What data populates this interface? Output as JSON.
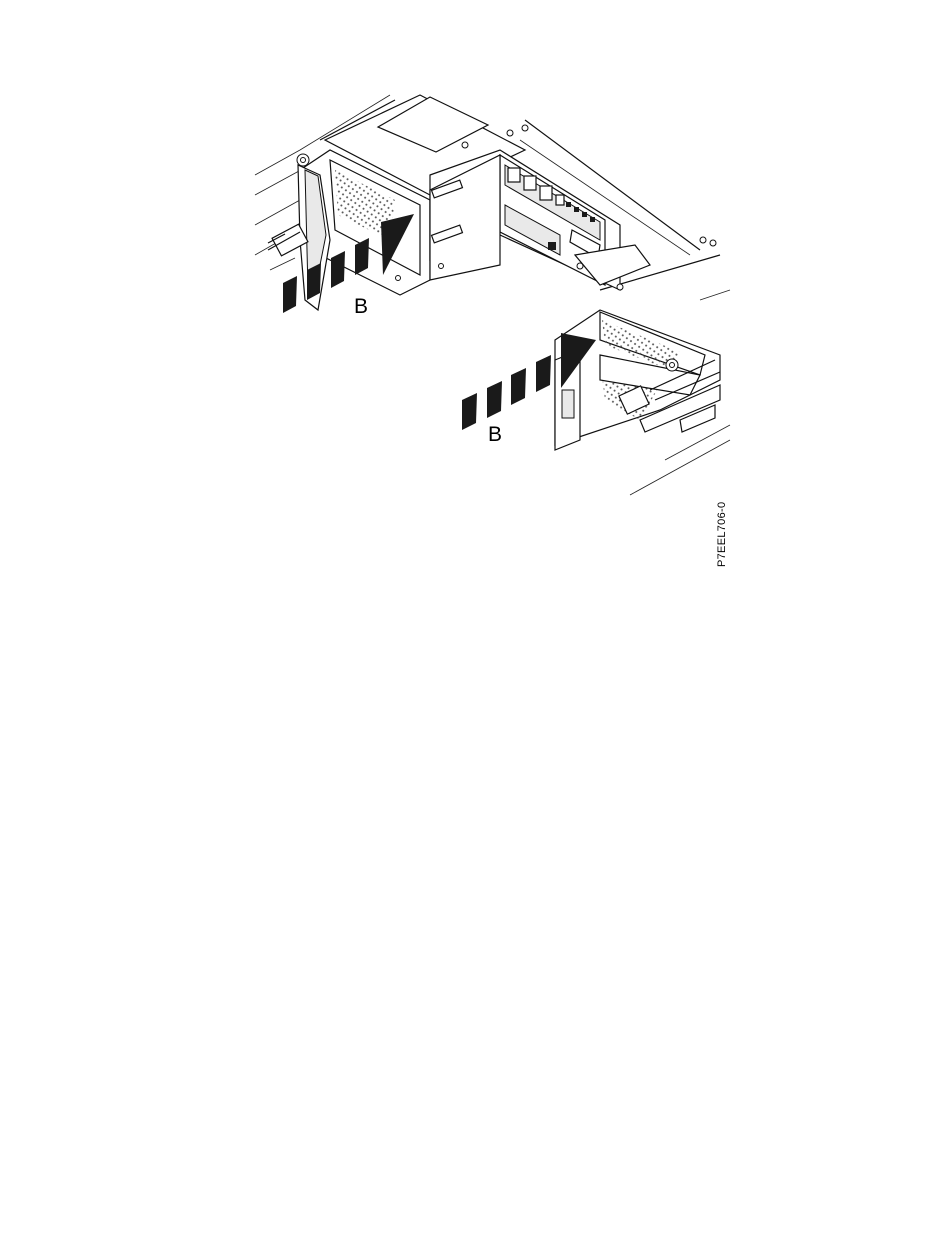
{
  "figure": {
    "callouts": [
      {
        "id": "upper-power-supply",
        "text": "B"
      },
      {
        "id": "lower-power-supply",
        "text": "B"
      }
    ],
    "figure_id": "P7EEL706-0"
  },
  "colors": {
    "ink": "#000000",
    "background": "#ffffff",
    "vent_gray": "#555555"
  }
}
